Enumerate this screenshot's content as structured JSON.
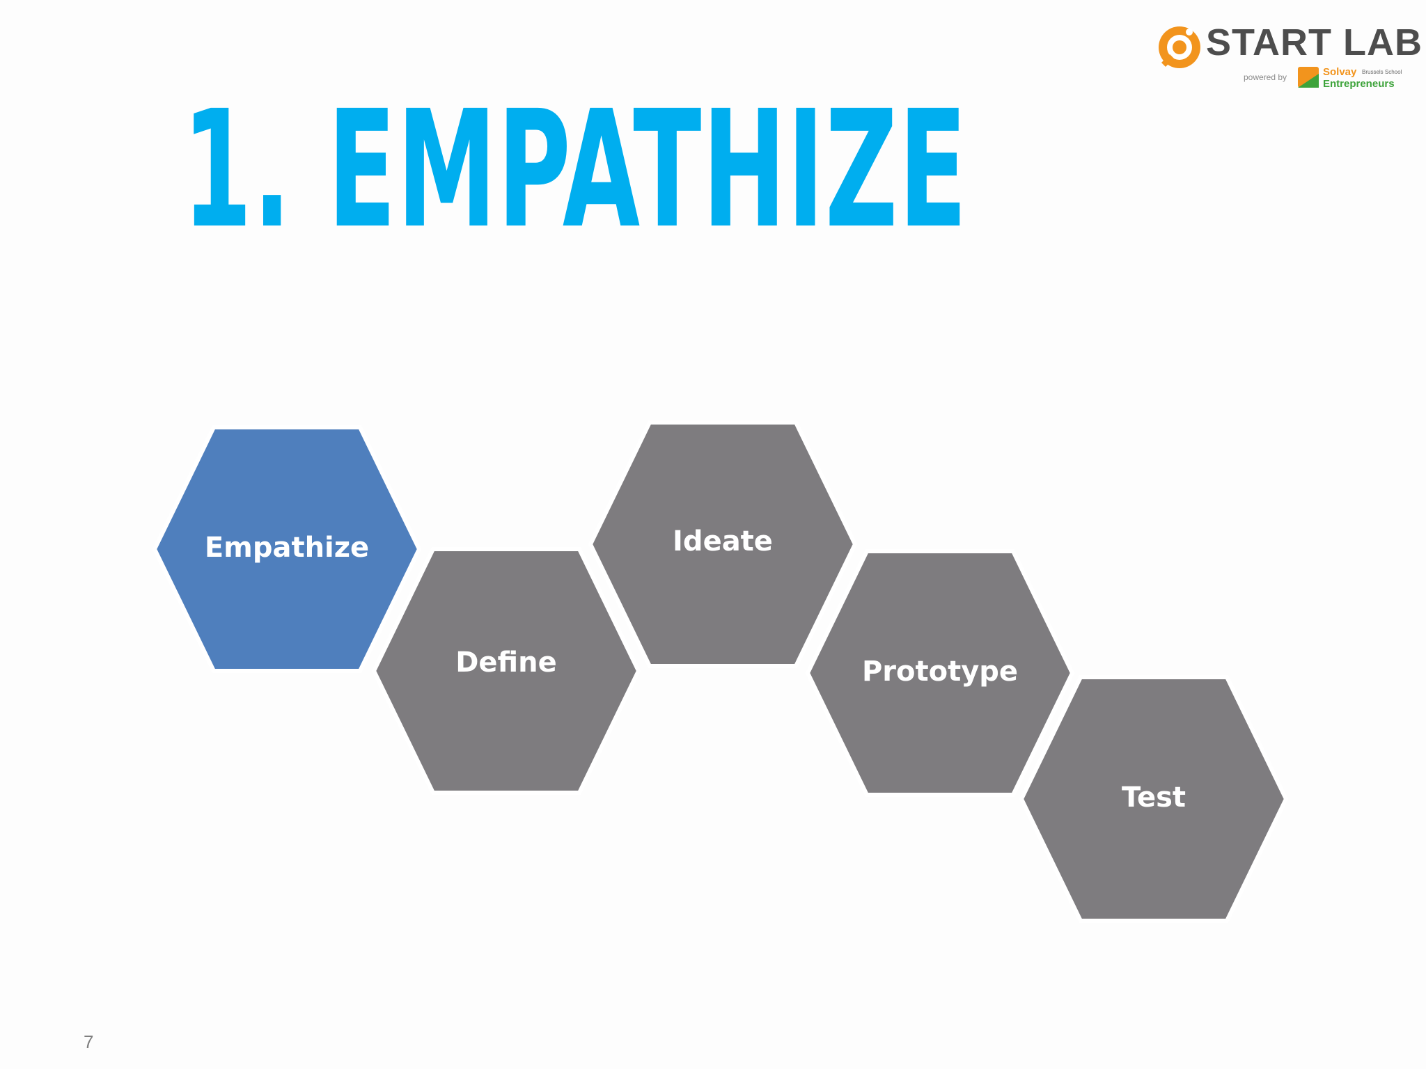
{
  "slide": {
    "title": "1. EMPATHIZE",
    "page_number": "7"
  },
  "logo": {
    "name": "START LAB",
    "powered_by": "powered by",
    "partner_line1": "Solvay",
    "partner_line1_suffix": "Brussels School",
    "partner_line2": "Entrepreneurs"
  },
  "diagram": {
    "steps": [
      {
        "label": "Empathize",
        "active": true
      },
      {
        "label": "Define",
        "active": false
      },
      {
        "label": "Ideate",
        "active": false
      },
      {
        "label": "Prototype",
        "active": false
      },
      {
        "label": "Test",
        "active": false
      }
    ],
    "colors": {
      "active": "#4f7fbd",
      "inactive": "#7e7c7f",
      "title": "#00aeef"
    }
  }
}
